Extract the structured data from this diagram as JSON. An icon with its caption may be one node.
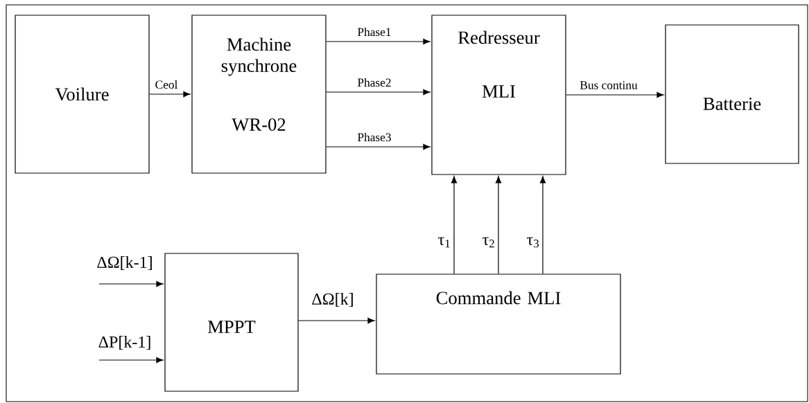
{
  "diagram": {
    "nodes": [
      {
        "text": [
          "Voilure"
        ]
      },
      {
        "text": [
          "Machine synchrone",
          "WR-02"
        ]
      },
      {
        "text": [
          "Redresseur",
          "MLI"
        ]
      },
      {
        "text": [
          "Batterie"
        ]
      },
      {
        "text": [
          "MPPT"
        ]
      },
      {
        "text": [
          "Commande MLI"
        ]
      }
    ],
    "edges": [
      {
        "from": 0,
        "to": 1,
        "arrow": "to",
        "label": "Ceol"
      },
      {
        "from": 1,
        "to": 2,
        "arrow": "to",
        "label": "Phase1"
      },
      {
        "from": 1,
        "to": 2,
        "arrow": "to",
        "label": "Phase2"
      },
      {
        "from": 1,
        "to": 2,
        "arrow": "to",
        "label": "Phase3"
      },
      {
        "from": 2,
        "to": 3,
        "arrow": "to",
        "label": "Bus continu"
      },
      {
        "from": 5,
        "to": 2,
        "arrow": "to",
        "label": "τ$_{1}$"
      },
      {
        "from": 5,
        "to": 2,
        "arrow": "to",
        "label": "τ$_{2}$"
      },
      {
        "from": 5,
        "to": 2,
        "arrow": "to",
        "label": "τ$_{3}$"
      },
      {
        "from": null,
        "to": 4,
        "arrow": "to",
        "label": "ΔΩ[k-1]"
      },
      {
        "from": null,
        "to": 4,
        "arrow": "to",
        "label": "ΔP[k-1]"
      },
      {
        "from": 4,
        "to": 5,
        "arrow": "to",
        "label": "ΔΩ[k]"
      }
    ]
  }
}
